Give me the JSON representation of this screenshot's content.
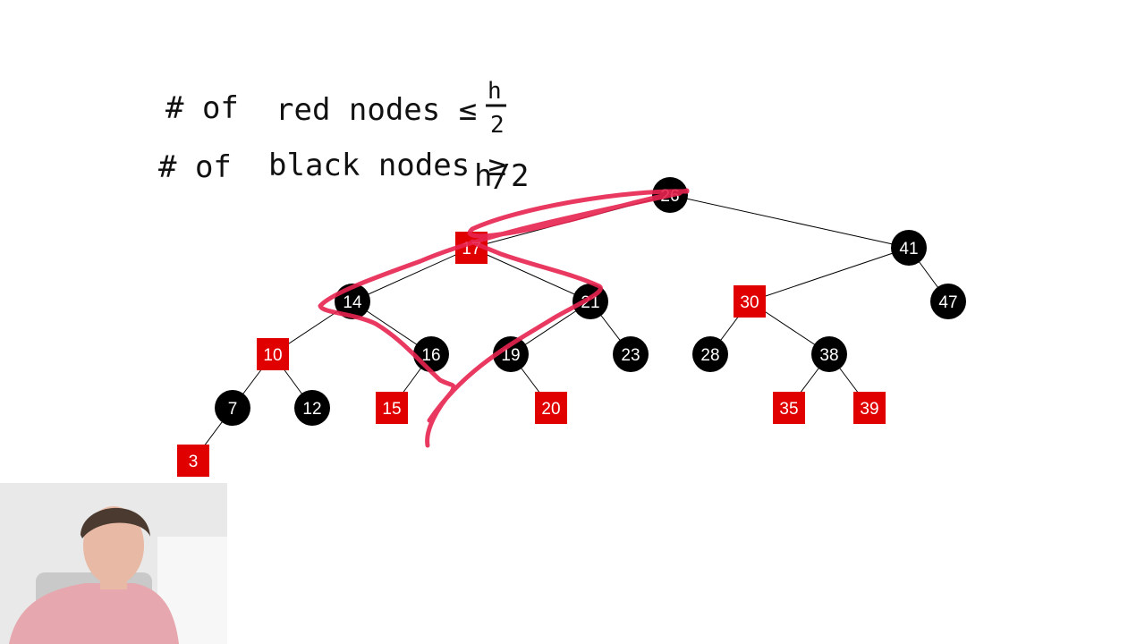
{
  "annotations": {
    "line1": {
      "prefix": "# of",
      "text": "red nodes ≤",
      "numerator": "h",
      "denominator": "2"
    },
    "line2": {
      "prefix": "# of",
      "text": "black nodes ≥",
      "value": "h/2"
    }
  },
  "colors": {
    "red": "#e00000",
    "black": "#000000",
    "marker": "#e8244f"
  },
  "tree": {
    "nodes": [
      {
        "id": "n26",
        "label": "26",
        "color": "black"
      },
      {
        "id": "n17",
        "label": "17",
        "color": "red"
      },
      {
        "id": "n41",
        "label": "41",
        "color": "black"
      },
      {
        "id": "n14",
        "label": "14",
        "color": "black"
      },
      {
        "id": "n21",
        "label": "21",
        "color": "black"
      },
      {
        "id": "n30",
        "label": "30",
        "color": "red"
      },
      {
        "id": "n47",
        "label": "47",
        "color": "black"
      },
      {
        "id": "n10",
        "label": "10",
        "color": "red"
      },
      {
        "id": "n16",
        "label": "16",
        "color": "black"
      },
      {
        "id": "n19",
        "label": "19",
        "color": "black"
      },
      {
        "id": "n23",
        "label": "23",
        "color": "black"
      },
      {
        "id": "n28",
        "label": "28",
        "color": "black"
      },
      {
        "id": "n38",
        "label": "38",
        "color": "black"
      },
      {
        "id": "n7",
        "label": "7",
        "color": "black"
      },
      {
        "id": "n12",
        "label": "12",
        "color": "black"
      },
      {
        "id": "n15",
        "label": "15",
        "color": "red"
      },
      {
        "id": "n20",
        "label": "20",
        "color": "red"
      },
      {
        "id": "n35",
        "label": "35",
        "color": "red"
      },
      {
        "id": "n39",
        "label": "39",
        "color": "red"
      },
      {
        "id": "n3",
        "label": "3",
        "color": "red"
      }
    ],
    "edges": [
      [
        "n26",
        "n17"
      ],
      [
        "n26",
        "n41"
      ],
      [
        "n17",
        "n14"
      ],
      [
        "n17",
        "n21"
      ],
      [
        "n41",
        "n30"
      ],
      [
        "n41",
        "n47"
      ],
      [
        "n14",
        "n10"
      ],
      [
        "n14",
        "n16"
      ],
      [
        "n21",
        "n19"
      ],
      [
        "n21",
        "n23"
      ],
      [
        "n30",
        "n28"
      ],
      [
        "n30",
        "n38"
      ],
      [
        "n10",
        "n7"
      ],
      [
        "n10",
        "n12"
      ],
      [
        "n16",
        "n15"
      ],
      [
        "n19",
        "n20"
      ],
      [
        "n38",
        "n35"
      ],
      [
        "n38",
        "n39"
      ],
      [
        "n7",
        "n3"
      ]
    ]
  }
}
